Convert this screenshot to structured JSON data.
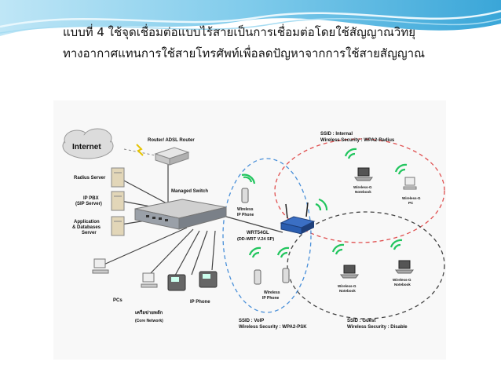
{
  "slide": {
    "title_line1": "แบบที่ 4 ใช้จุดเชื่อมต่อแบบไร้สายเป็นการเชื่อมต่อโดยใช้สัญญาณวิทยุ",
    "title_line2": "ทางอากาศแทนการใช้สายโทรศัพท์เพื่อลดปัญหาจากการใช้สายสัญญาณ"
  },
  "diagram": {
    "internet": "Internet",
    "router": "Router/ ADSL Router",
    "radius_server": "Radius Server",
    "ip_pbx_1": "IP PBX",
    "ip_pbx_2": "(SIP Server)",
    "app_db_1": "Application",
    "app_db_2": "& Databases",
    "app_db_3": "Server",
    "managed_switch": "Managed Switch",
    "pcs": "PCs",
    "core_network_1": "เครือข่ายหลัก",
    "core_network_2": "(Core Network)",
    "ip_phone": "IP Phone",
    "wireless_ip_phone_top_1": "Wireless",
    "wireless_ip_phone_top_2": "IP Phone",
    "wrt_1": "WRT54GL",
    "wrt_2": "(DD-WRT V.24 SP)",
    "wireless_ip_phone_bottom_1": "Wireless",
    "wireless_ip_phone_bottom_2": "IP Phone",
    "ssid_internal": "SSID : Internal",
    "security_internal": "Wireless Security : WPA2-Radius",
    "wg_notebook_top_1": "Wireless-G",
    "wg_notebook_top_2": "Notebook",
    "wg_pc_1": "Wireless-G",
    "wg_pc_2": "PC",
    "ssid_voip": "SSID : VoIP",
    "security_voip": "Wireless Security : WPA2-PSK",
    "wg_notebook_mid_1": "Wireless-G",
    "wg_notebook_mid_2": "Notebook",
    "wg_notebook_right_1": "Wireless-G",
    "wg_notebook_right_2": "Notebook",
    "ssid_guest": "SSID : Guest",
    "security_guest": "Wireless Security : Disable"
  },
  "colors": {
    "banner": "#3aa6d8",
    "wifi_green": "#22c55e",
    "ellipse_internal": "#e05050",
    "ellipse_voip": "#4a90d9",
    "ellipse_guest": "#444444",
    "router_blue": "#2a5db0"
  }
}
